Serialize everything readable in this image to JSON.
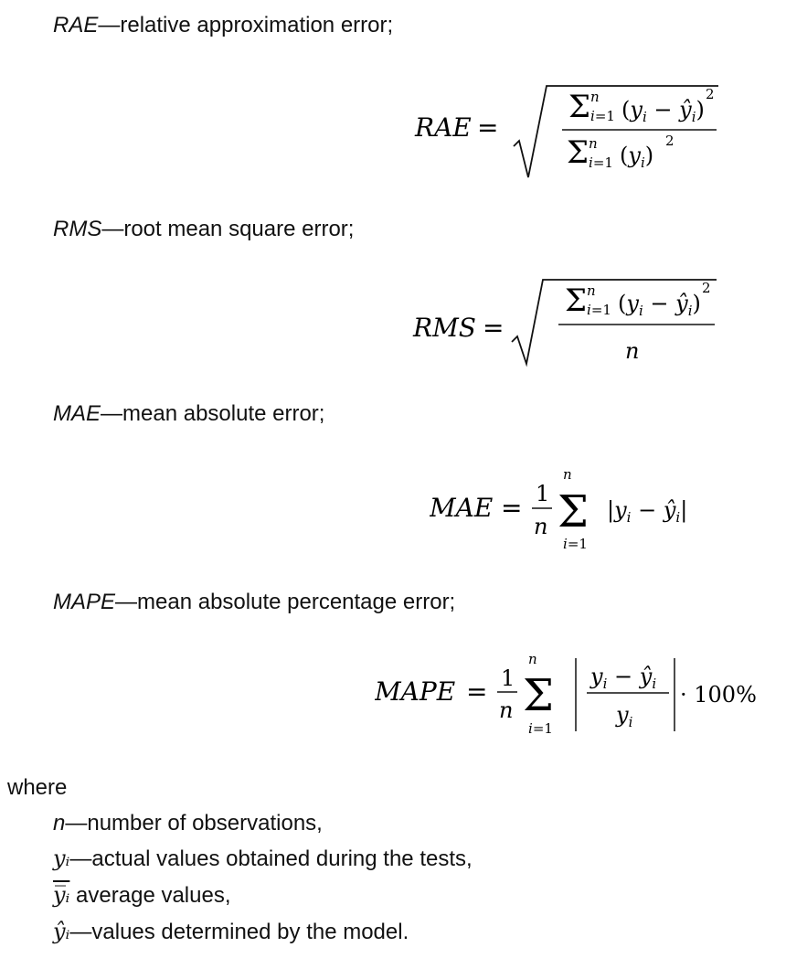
{
  "defs": [
    {
      "sym": "RAE",
      "desc": "—relative approximation error;"
    },
    {
      "sym": "RMS",
      "desc": "—root mean square error;"
    },
    {
      "sym": "MAE",
      "desc": "—mean absolute error;"
    },
    {
      "sym": "MAPE",
      "desc": "—mean absolute percentage error;"
    }
  ],
  "where": "where",
  "vars": [
    {
      "sym": "n",
      "desc": "—number of observations,"
    },
    {
      "sym": "yᵢ",
      "desc": "—actual values obtained during the tests,"
    },
    {
      "sym": "y̅ᵢ",
      "desc": " average values,"
    },
    {
      "sym": "ŷᵢ",
      "desc": "—values determined by the model."
    }
  ],
  "formula_rae": "RAE = √( Σ (yᵢ − ŷᵢ)² / Σ (yᵢ)² )",
  "formula_rms": "RMS = √( Σ (yᵢ − ŷᵢ)² / n )",
  "formula_mae": "MAE = (1/n) Σ |yᵢ − ŷᵢ|",
  "formula_mape": "MAPE = (1/n) Σ |(yᵢ − ŷᵢ) / yᵢ| · 100%"
}
